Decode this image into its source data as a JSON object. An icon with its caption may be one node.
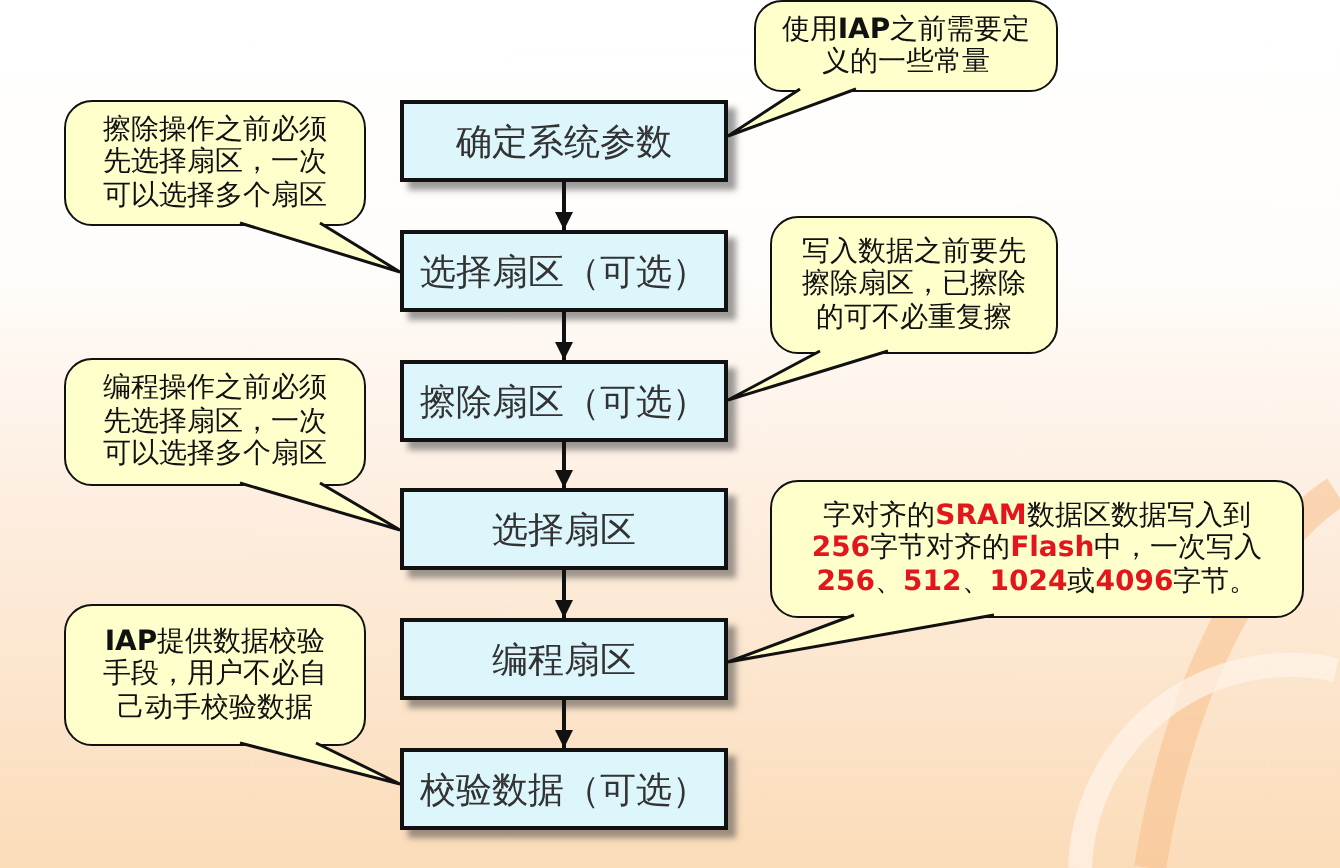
{
  "diagram": {
    "nodes": [
      {
        "text": [
          "确定系统参数"
        ]
      },
      {
        "text": [
          "使用**IAP**之前需要定义的一些常量"
        ]
      },
      {
        "text": [
          "选择扇区（可选）"
        ]
      },
      {
        "text": [
          "擦除操作之前必须先选择扇区，一次可以选择多个扇区"
        ]
      },
      {
        "text": [
          "擦除扇区（可选）"
        ]
      },
      {
        "text": [
          "写入数据之前要先擦除扇区，已擦除的可不必重复擦"
        ]
      },
      {
        "text": [
          "选择扇区"
        ]
      },
      {
        "text": [
          "编程操作之前必须先选择扇区，一次可以选择多个扇区"
        ]
      },
      {
        "text": [
          "编程扇区"
        ]
      },
      {
        "text": [
          "字对齐的**SRAM**数据区数据写入到**256**字节对齐的**Flash**中，一次写入**256**、**512**、**1024**或**4096**字节。"
        ]
      },
      {
        "text": [
          "校验数据（可选）"
        ]
      },
      {
        "text": [
          "**IAP**提供数据校验手段，用户不必自己动手校验数据"
        ]
      }
    ],
    "edges": [
      {
        "from": 0,
        "to": 2,
        "arrow": "to"
      },
      {
        "from": 2,
        "to": 4,
        "arrow": "to"
      },
      {
        "from": 4,
        "to": 6,
        "arrow": "to"
      },
      {
        "from": 6,
        "to": 8,
        "arrow": "to"
      },
      {
        "from": 8,
        "to": 10,
        "arrow": "to"
      },
      {
        "from": 1,
        "to": 0,
        "arrow": "none"
      },
      {
        "from": 3,
        "to": 2,
        "arrow": "none"
      },
      {
        "from": 5,
        "to": 4,
        "arrow": "none"
      },
      {
        "from": 7,
        "to": 6,
        "arrow": "none"
      },
      {
        "from": 9,
        "to": 8,
        "arrow": "none"
      },
      {
        "from": 11,
        "to": 10,
        "arrow": "none"
      }
    ]
  }
}
